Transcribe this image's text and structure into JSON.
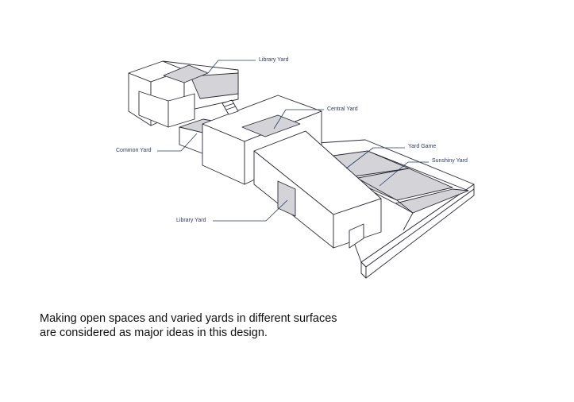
{
  "diagram": {
    "labels": {
      "library_yard_top": "Library Yard",
      "central_yard": "Central Yard",
      "common_yard": "Common Yard",
      "yard_game": "Yard Game",
      "sunshiny_yard": "Sunshiny Yard",
      "library_yard_bottom": "Library Yard"
    },
    "colors": {
      "line": "#2b2b35",
      "yard_fill": "#d4d4d8",
      "leader": "#2b3a6b"
    }
  },
  "caption": {
    "line1": "Making open spaces and varied yards in different surfaces",
    "line2": "are considered as major ideas in this design."
  }
}
